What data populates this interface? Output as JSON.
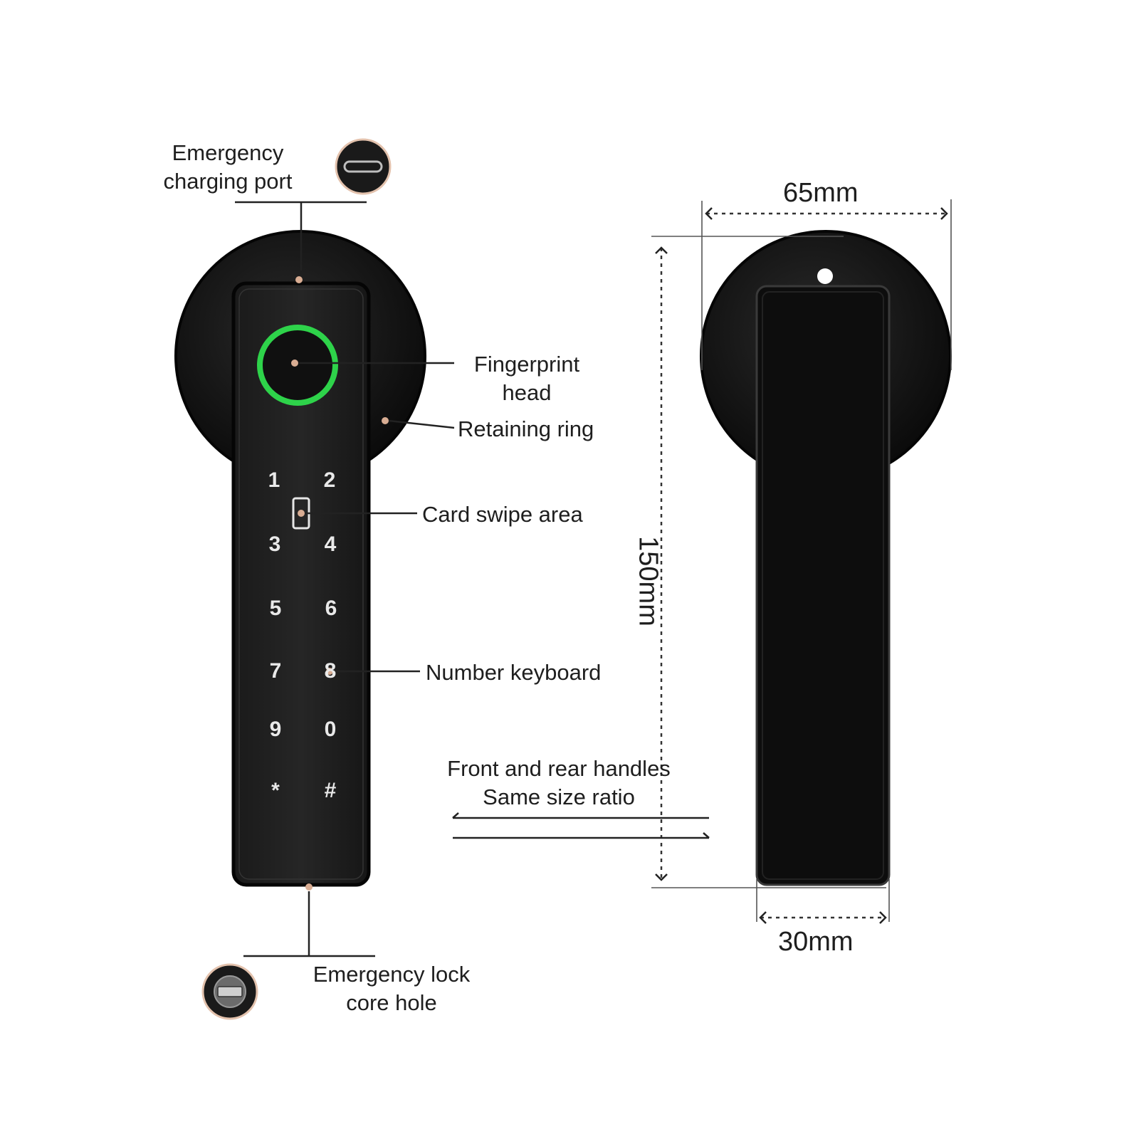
{
  "labels": {
    "charging_port": [
      "Emergency",
      "charging port"
    ],
    "fingerprint": [
      "Fingerprint",
      "head"
    ],
    "retaining_ring": "Retaining ring",
    "card_swipe": "Card swipe area",
    "number_keyboard": "Number keyboard",
    "handles_note": [
      "Front and rear handles",
      "Same size ratio"
    ],
    "lock_core": [
      "Emergency lock",
      "core hole"
    ]
  },
  "dimensions": {
    "width_disc": "65mm",
    "height": "150mm",
    "width_handle": "30mm"
  },
  "keypad": {
    "keys": [
      "1",
      "2",
      "3",
      "4",
      "5",
      "6",
      "7",
      "8",
      "9",
      "0",
      "*",
      "#"
    ]
  },
  "colors": {
    "body": "#151515",
    "fingerprint_ring": "#2ed34a",
    "callout_dot": "#d9ad93"
  }
}
